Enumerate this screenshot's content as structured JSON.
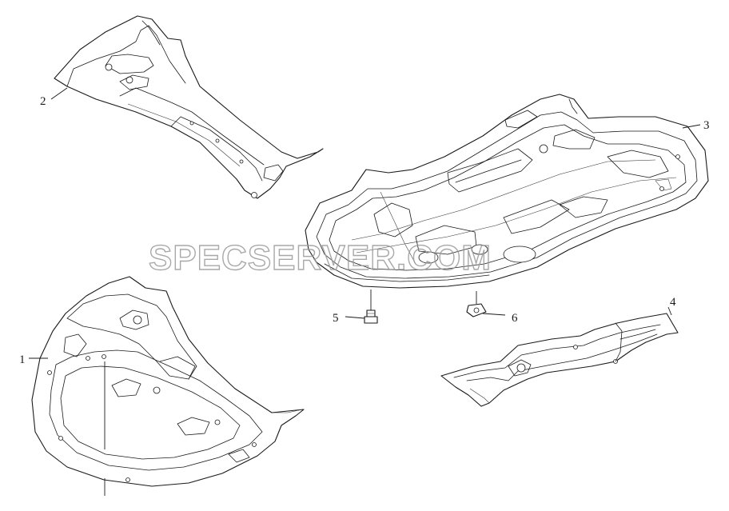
{
  "callouts": [
    {
      "id": "1",
      "label": "1"
    },
    {
      "id": "2",
      "label": "2"
    },
    {
      "id": "3",
      "label": "3"
    },
    {
      "id": "4",
      "label": "4"
    },
    {
      "id": "5",
      "label": "5"
    },
    {
      "id": "6",
      "label": "6"
    }
  ],
  "watermark": "SPECSERVER.COM"
}
